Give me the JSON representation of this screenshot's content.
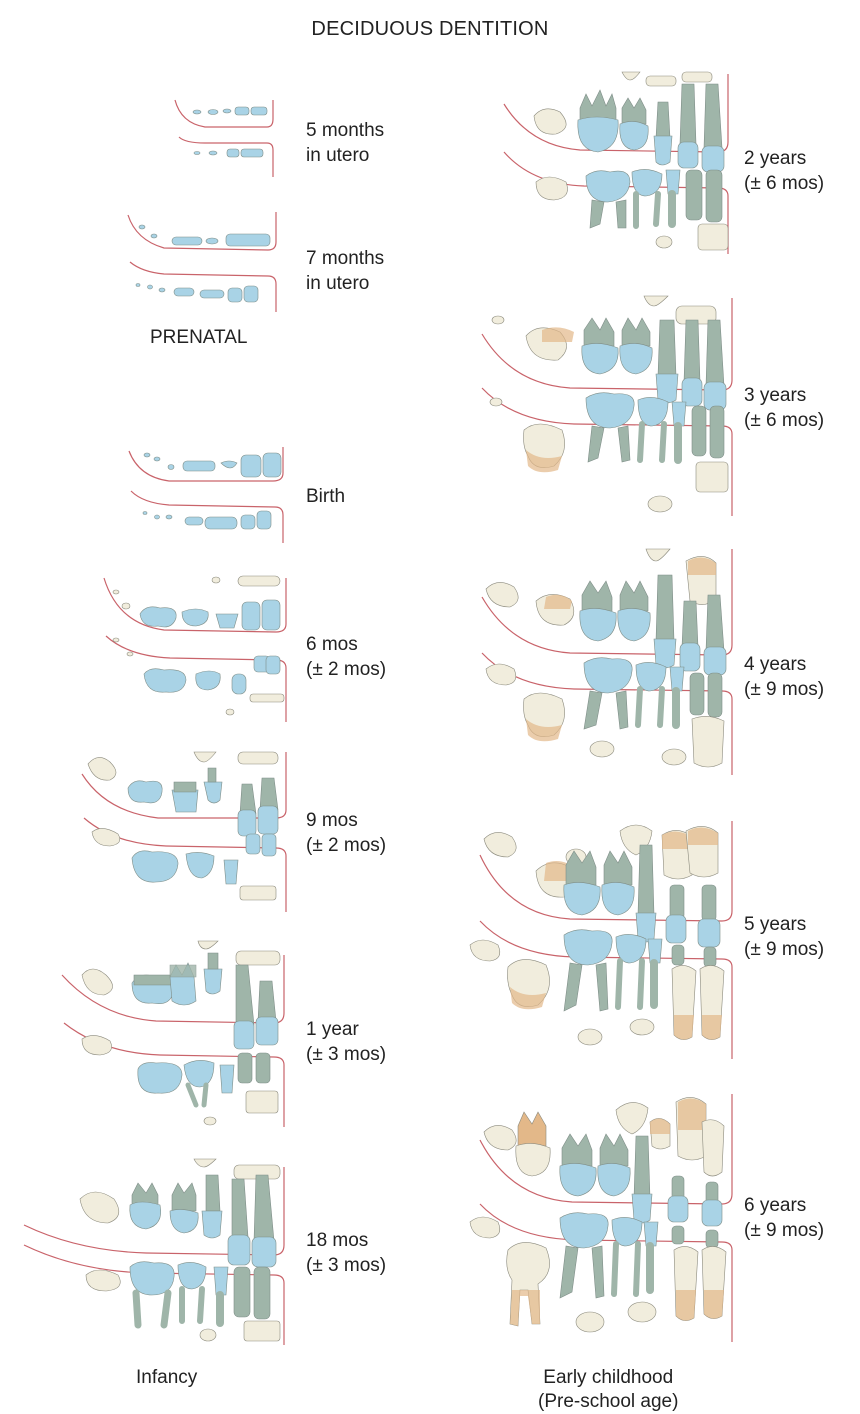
{
  "title": "DECIDUOUS DENTITION",
  "colors": {
    "crown_blue": "#a9d3e6",
    "root_gray": "#9fb5a9",
    "permanent_cream": "#f1eddd",
    "resorption_tan": "#e3b889",
    "gumline_red": "#c9636a",
    "outline": "#7f8e88"
  },
  "prenatal": {
    "label": "PRENATAL",
    "stages": [
      {
        "line1": "5 months",
        "line2": "in utero"
      },
      {
        "line1": "7 months",
        "line2": "in utero"
      }
    ]
  },
  "infancy": {
    "label": "Infancy",
    "stages": [
      {
        "line1": "Birth",
        "line2": ""
      },
      {
        "line1": "6 mos",
        "line2": "(± 2 mos)"
      },
      {
        "line1": "9 mos",
        "line2": "(± 2 mos)"
      },
      {
        "line1": "1 year",
        "line2": "(± 3 mos)"
      },
      {
        "line1": "18 mos",
        "line2": "(± 3 mos)"
      }
    ]
  },
  "early_childhood": {
    "label_line1": "Early childhood",
    "label_line2": "(Pre-school age)",
    "stages": [
      {
        "line1": "2 years",
        "line2": "(± 6 mos)"
      },
      {
        "line1": "3 years",
        "line2": "(± 6 mos)"
      },
      {
        "line1": "4 years",
        "line2": "(± 9 mos)"
      },
      {
        "line1": "5 years",
        "line2": "(± 9 mos)"
      },
      {
        "line1": "6 years",
        "line2": "(± 9 mos)"
      }
    ]
  }
}
